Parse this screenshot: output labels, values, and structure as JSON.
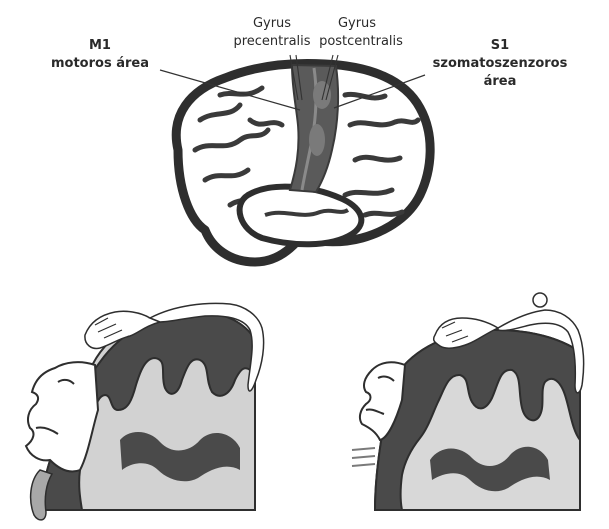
{
  "labels": {
    "m1_code": "M1",
    "m1_name": "motoros área",
    "gyrus_pre_line1": "Gyrus",
    "gyrus_pre_line2": "precentralis",
    "gyrus_post_line1": "Gyrus",
    "gyrus_post_line2": "postcentralis",
    "s1_code": "S1",
    "s1_name_line1": "szomatoszenzoros",
    "s1_name_line2": "área"
  },
  "colors": {
    "cortex_dark": "#4a4a4a",
    "white_matter": "#d2d2d2",
    "brain_surface": "#ffffff",
    "outline": "#2e2e2e",
    "motor_strip": "#5a5a5a",
    "text": "#2a2a2a"
  }
}
